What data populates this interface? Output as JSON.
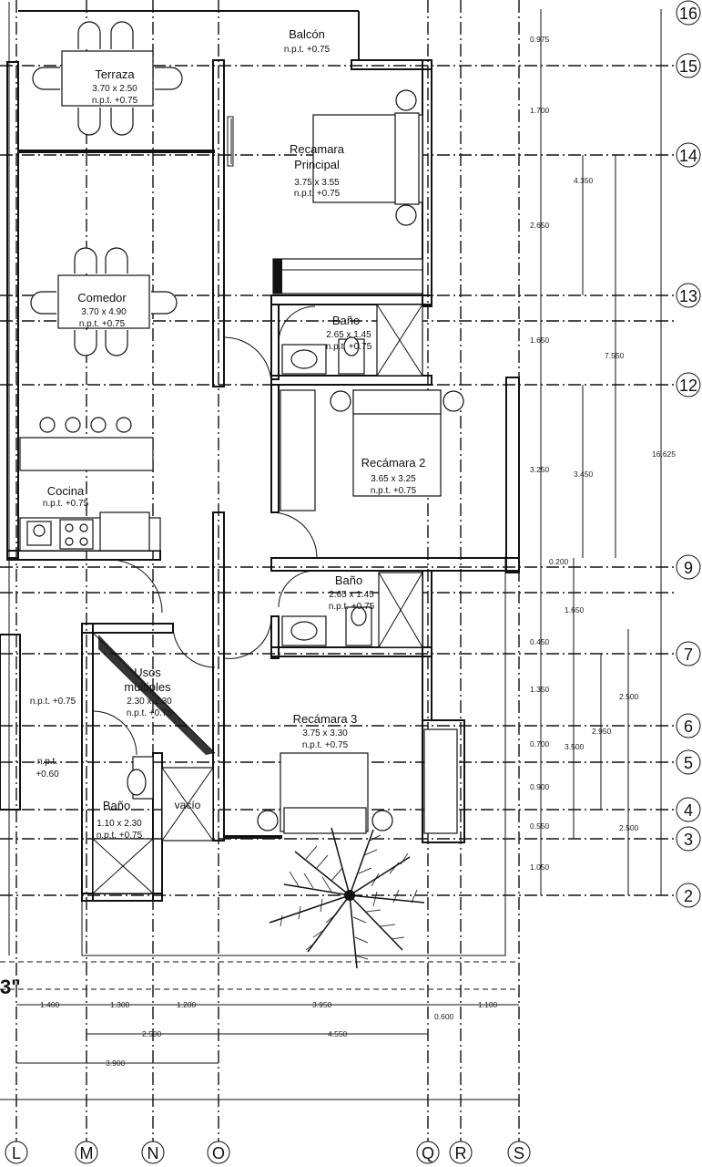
{
  "rooms": {
    "balcon": {
      "name": "Balcón",
      "npt": "n.p.t. +0.75"
    },
    "terraza": {
      "name": "Terraza",
      "size": "3.70 x 2.50",
      "npt": "n.p.t. +0.75"
    },
    "recamara_principal": {
      "name1": "Recamara",
      "name2": "Principal",
      "size": "3.75 x 3.55",
      "npt": "n.p.t. +0.75"
    },
    "comedor": {
      "name": "Comedor",
      "size": "3.70 x 4.90",
      "npt": "n.p.t. +0.75"
    },
    "bano1": {
      "name": "Baño",
      "size": "2.65 x 1.45",
      "npt": "n.p.t. +0.75"
    },
    "recamara2": {
      "name": "Recámara 2",
      "size": "3.65 x 3.25",
      "npt": "n.p.t. +0.75"
    },
    "cocina": {
      "name": "Cocina",
      "npt": "n.p.t. +0.75"
    },
    "bano2": {
      "name": "Baño",
      "size": "2.65 x 1.45",
      "npt": "n.p.t. +0.75"
    },
    "usos": {
      "name1": "Usos",
      "name2": "múltiples",
      "size": "2.30 x 2.30",
      "npt": "n.p.t. +0.75"
    },
    "recamara3": {
      "name": "Recámara 3",
      "size": "3.75 x 3.30",
      "npt": "n.p.t. +0.75"
    },
    "bano3": {
      "name": "Baño",
      "size": "1.10 x 2.30",
      "npt": "n.p.t. +0.75"
    },
    "vacio": {
      "name": "vacío"
    },
    "left_level1": "n.p.t. +0.75",
    "left_level2_a": "n.p.t.",
    "left_level2_b": "+0.60"
  },
  "axes_right": [
    "16",
    "15",
    "14",
    "13",
    "12",
    "9",
    "7",
    "6",
    "5",
    "4",
    "3",
    "2"
  ],
  "axes_bottom": [
    "L",
    "M",
    "N",
    "O",
    "Q",
    "R",
    "S"
  ],
  "dims_right_col1": [
    "0.975",
    "1.700",
    "2.650",
    "1.650",
    "3.250",
    "0.200",
    "0.450",
    "1.350",
    "0.700",
    "0.900",
    "0.550",
    "1.050"
  ],
  "dims_right_col2": [
    "4.350",
    "3.450",
    "1.650",
    "3.500"
  ],
  "dims_right_col3": [
    "7.550",
    "2.950"
  ],
  "dims_right_col4": [
    "2.500",
    "2.500"
  ],
  "dims_right_total": "16.625",
  "dims_bottom_row1": [
    "1.400",
    "1.300",
    "1.200",
    "3.950",
    "1.100"
  ],
  "dims_bottom_extra": "0.600",
  "dims_bottom_row2": [
    "2.500",
    "4.550"
  ],
  "dims_bottom_row3": [
    "3.900"
  ],
  "cutoff_mark": "3\""
}
